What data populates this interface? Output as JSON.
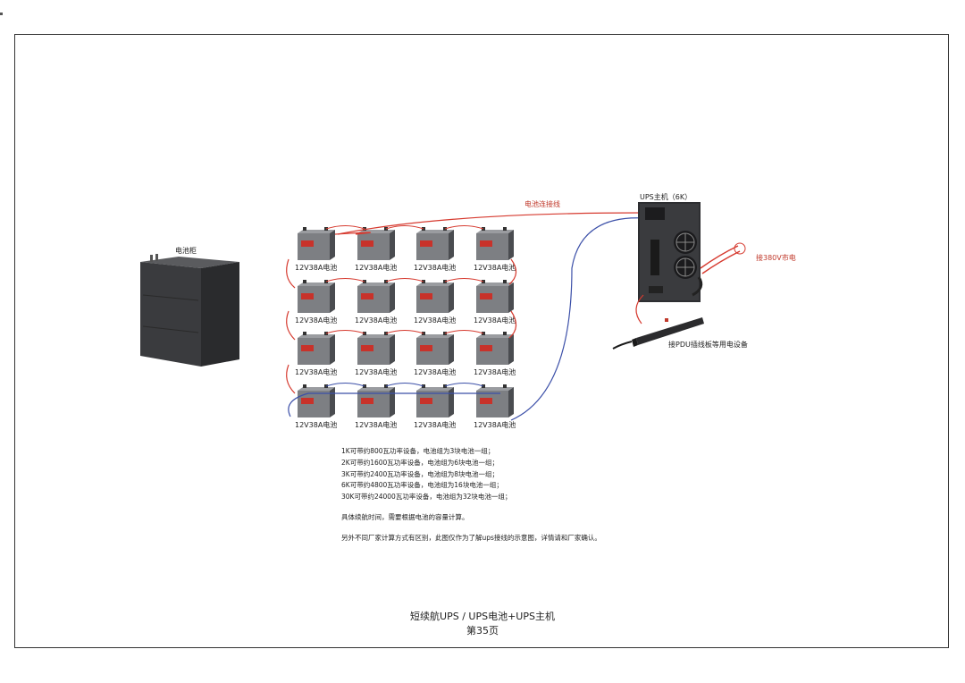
{
  "diagram": {
    "battery_cabinet_label": "电池柜",
    "ups_label": "UPS主机（6K）",
    "cable_label": "电池连接线",
    "mains_label": "接380V市电",
    "load_label": "接PDU插线板等用电设备",
    "battery_rows": [
      [
        "12V38A电池",
        "12V38A电池",
        "12V38A电池",
        "12V38A电池"
      ],
      [
        "12V38A电池",
        "12V38A电池",
        "12V38A电池",
        "12V38A电池"
      ],
      [
        "12V38A电池",
        "12V38A电池",
        "12V38A电池",
        "12V38A电池"
      ],
      [
        "12V38A电池",
        "12V38A电池",
        "12V38A电池",
        "12V38A电池"
      ]
    ]
  },
  "notes": {
    "lines": [
      "1K可带约800瓦功率设备，电池组为3块电池一组；",
      "2K可带约1600瓦功率设备，电池组为6块电池一组；",
      "3K可带约2400瓦功率设备，电池组为8块电池一组；",
      "6K可带约4800瓦功率设备，电池组为16块电池一组；",
      "30K可带约24000瓦功率设备，电池组为32块电池一组；"
    ],
    "line_calc": "具体续航时间，需要根据电池的容量计算。",
    "line_vendor": "另外不同厂家计算方式有区别，此图仅作为了解ups接线的示意图，详情请和厂家确认。"
  },
  "footer": {
    "title": "短续航UPS  /  UPS电池+UPS主机",
    "page": "第35页"
  },
  "colors": {
    "wire_red": "#d63a2f",
    "wire_blue": "#3b4fa8",
    "battery_body": "#7d7f83",
    "battery_dark": "#4a4c50",
    "cabinet": "#3c3d40"
  }
}
